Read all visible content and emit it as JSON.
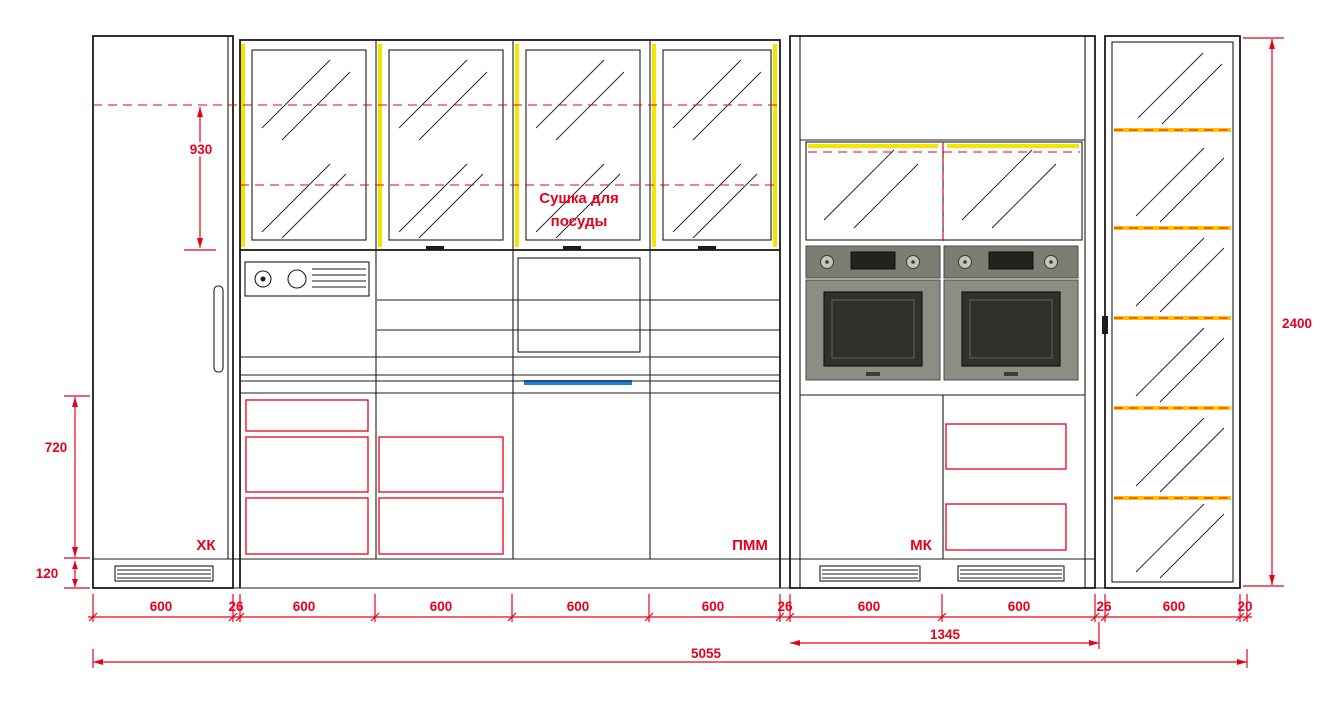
{
  "drawing": {
    "annotations": {
      "dish_dryer_line1": "Сушка для",
      "dish_dryer_line2": "посуды",
      "fridge": "ХК",
      "dishwasher": "ПММ",
      "oven_column": "МК"
    },
    "dimensions": {
      "upper_height": "930",
      "total_height": "2400",
      "base_height": "720",
      "plinth_height": "120",
      "oven_block_width": "1345",
      "total_width": "5055",
      "bottom_chain": [
        "600",
        "26",
        "600",
        "600",
        "600",
        "600",
        "26",
        "600",
        "600",
        "26",
        "600",
        "20"
      ]
    },
    "colors": {
      "linework": "#1c1c1c",
      "dimension_red": "#e8001a",
      "door_edge_yellow": "#f2e600",
      "shelf_orange": "#ffc400",
      "handle_blue": "#1e80d4",
      "oven_grey": "#8d8d84",
      "oven_glass": "#31312b"
    }
  }
}
